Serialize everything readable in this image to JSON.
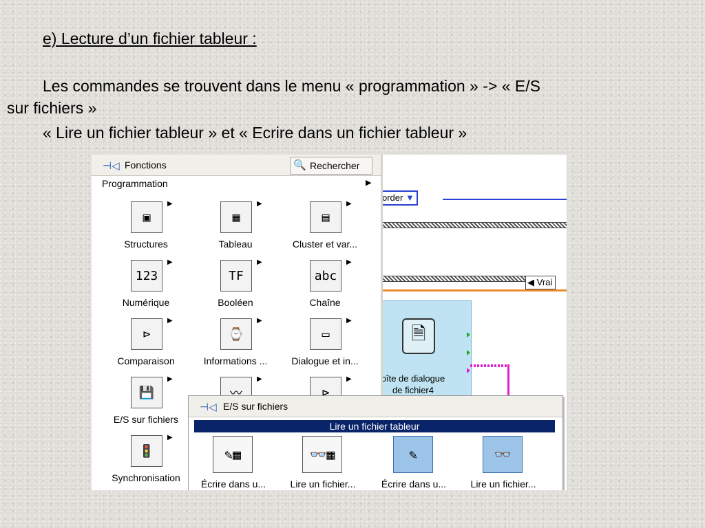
{
  "slide": {
    "heading": "e) Lecture d’un fichier tableur :",
    "para1_line1": "Les commandes se trouvent dans le menu « programmation » -> « E/S",
    "para1_line2": "sur fichiers »",
    "para2": "« Lire un fichier tableur » et « Ecrire dans un fichier tableur  »"
  },
  "palette": {
    "title": "Fonctions",
    "search_label": "Rechercher",
    "category": "Programmation",
    "items": [
      {
        "label": "Structures",
        "icon": "structures-icon",
        "glyph": "▣"
      },
      {
        "label": "Tableau",
        "icon": "array-icon",
        "glyph": "▦"
      },
      {
        "label": "Cluster et var...",
        "icon": "cluster-icon",
        "glyph": "▤"
      },
      {
        "label": "Numérique",
        "icon": "numeric-icon",
        "glyph": "123"
      },
      {
        "label": "Booléen",
        "icon": "boolean-icon",
        "glyph": "TF"
      },
      {
        "label": "Chaîne",
        "icon": "string-icon",
        "glyph": "abc"
      },
      {
        "label": "Comparaison",
        "icon": "comparison-icon",
        "glyph": "⊳"
      },
      {
        "label": "Informations ...",
        "icon": "timing-icon",
        "glyph": "⌚"
      },
      {
        "label": "Dialogue et in...",
        "icon": "dialog-icon",
        "glyph": "▭"
      },
      {
        "label": "E/S sur fichiers",
        "icon": "file-io-icon",
        "glyph": "💾"
      },
      {
        "label": "",
        "icon": "waveform-icon",
        "glyph": "〰"
      },
      {
        "label": "",
        "icon": "app-control-icon",
        "glyph": "⊳"
      },
      {
        "label": "Synchronisation",
        "icon": "synchronization-icon",
        "glyph": "🚦"
      }
    ]
  },
  "popup": {
    "title": "E/S sur fichiers",
    "selected_tooltip": "Lire un fichier tableur",
    "items": [
      {
        "label": "Écrire dans u...",
        "icon": "write-spreadsheet-icon",
        "glyph": "✎▦"
      },
      {
        "label": "Lire un fichier...",
        "icon": "read-spreadsheet-icon",
        "glyph": "👓▦"
      },
      {
        "label": "Écrire dans u...",
        "icon": "write-measurement-icon",
        "glyph": "✎"
      },
      {
        "label": "Lire un fichier...",
        "icon": "read-measurement-icon",
        "glyph": "👓"
      }
    ]
  },
  "diagram": {
    "order_label": "order",
    "vrai_label": "Vrai",
    "dialog_label": "oîte de dialogue de fichier4"
  },
  "colors": {
    "selection": "#0a246a",
    "wire_blue": "#2a3fd6",
    "wire_orange": "#e88a2a",
    "wire_pink": "#e01fd0",
    "node_bg": "#bfe3f2"
  }
}
